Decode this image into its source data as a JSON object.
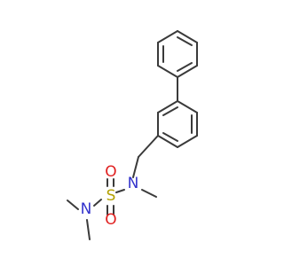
{
  "colors": {
    "background": "#ffffff",
    "bond": "#3a3a3a",
    "nitrogen": "#3333cc",
    "sulfur": "#b3a100",
    "oxygen": "#e02020"
  },
  "atoms": {
    "n_sulfonamide": {
      "symbol": "N",
      "element": "nitrogen"
    },
    "sulfur": {
      "symbol": "S",
      "element": "sulfur"
    },
    "oxygen_top": {
      "symbol": "O",
      "element": "oxygen"
    },
    "oxygen_bottom": {
      "symbol": "O",
      "element": "oxygen"
    },
    "n_dimethyl": {
      "symbol": "N",
      "element": "nitrogen"
    }
  }
}
